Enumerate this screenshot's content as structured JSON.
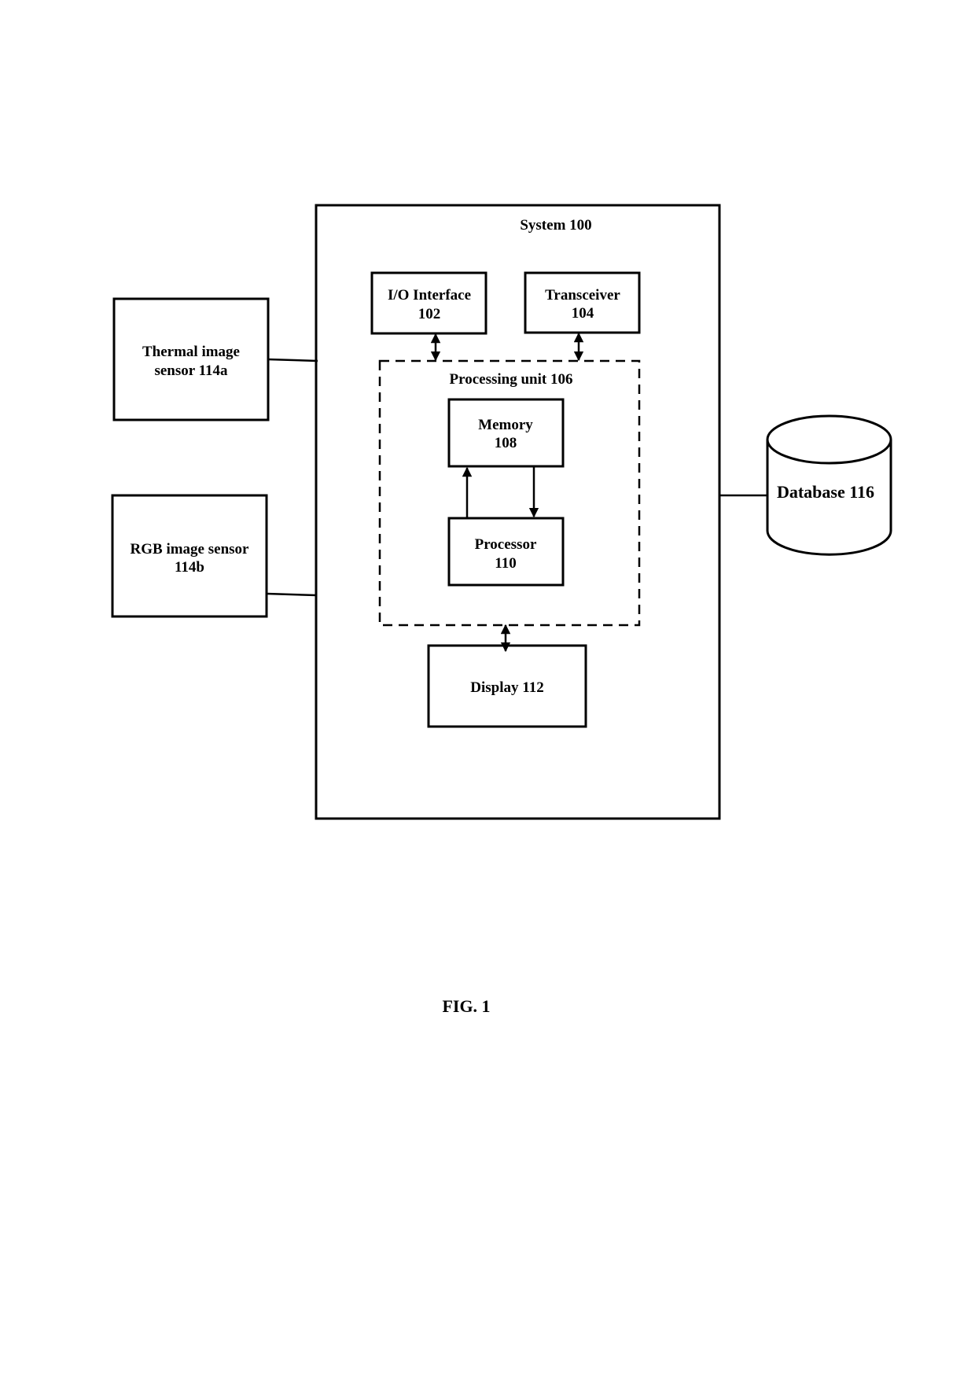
{
  "figure": {
    "caption": "FIG. 1"
  },
  "system": {
    "label": "System 100"
  },
  "io_interface": {
    "line1": "I/O Interface",
    "line2": "102"
  },
  "transceiver": {
    "line1": "Transceiver",
    "line2": "104"
  },
  "processing_unit": {
    "label": "Processing unit 106"
  },
  "memory": {
    "line1": "Memory",
    "line2": "108"
  },
  "processor": {
    "line1": "Processor",
    "line2": "110"
  },
  "display": {
    "label": "Display 112"
  },
  "thermal_sensor": {
    "line1": "Thermal image",
    "line2": "sensor 114a"
  },
  "rgb_sensor": {
    "line1": "RGB image sensor",
    "line2": "114b"
  },
  "database": {
    "label": "Database 116"
  }
}
